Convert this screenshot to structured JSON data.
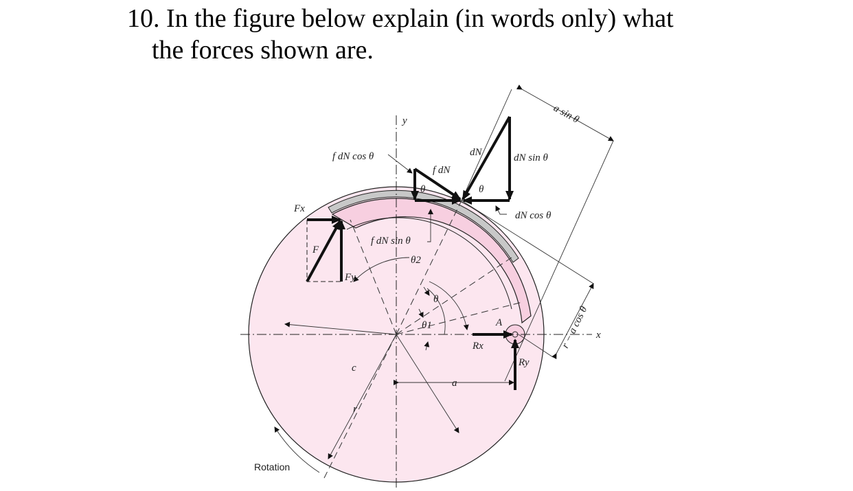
{
  "question": {
    "line1": "10. In the figure below explain (in words only) what",
    "line2": "the forces shown are."
  },
  "figure": {
    "labels": {
      "y_axis": "y",
      "x_axis": "x",
      "f_dN_cos": "f dN cos θ",
      "f_dN": "f dN",
      "dN": "dN",
      "dN_sin": "dN sin θ",
      "dN_cos": "dN cos θ",
      "a_sin": "a sin θ",
      "theta_a": "θ",
      "theta_b": "θ",
      "theta_c": "θ",
      "Fx": "Fx",
      "F": "F",
      "Fy": "Fy",
      "f_dN_sin": "f dN sin θ",
      "theta2": "θ2",
      "theta1": "θ1",
      "A": "A",
      "Rx": "Rx",
      "Ry": "Ry",
      "r_minus_a_cos": "r − a cos θ",
      "a": "a",
      "c": "c",
      "r": "r",
      "rotation": "Rotation"
    },
    "colors": {
      "drum": "#fce6ef",
      "shoe": "#f7cfe0",
      "lining": "#c8c8c8"
    }
  }
}
